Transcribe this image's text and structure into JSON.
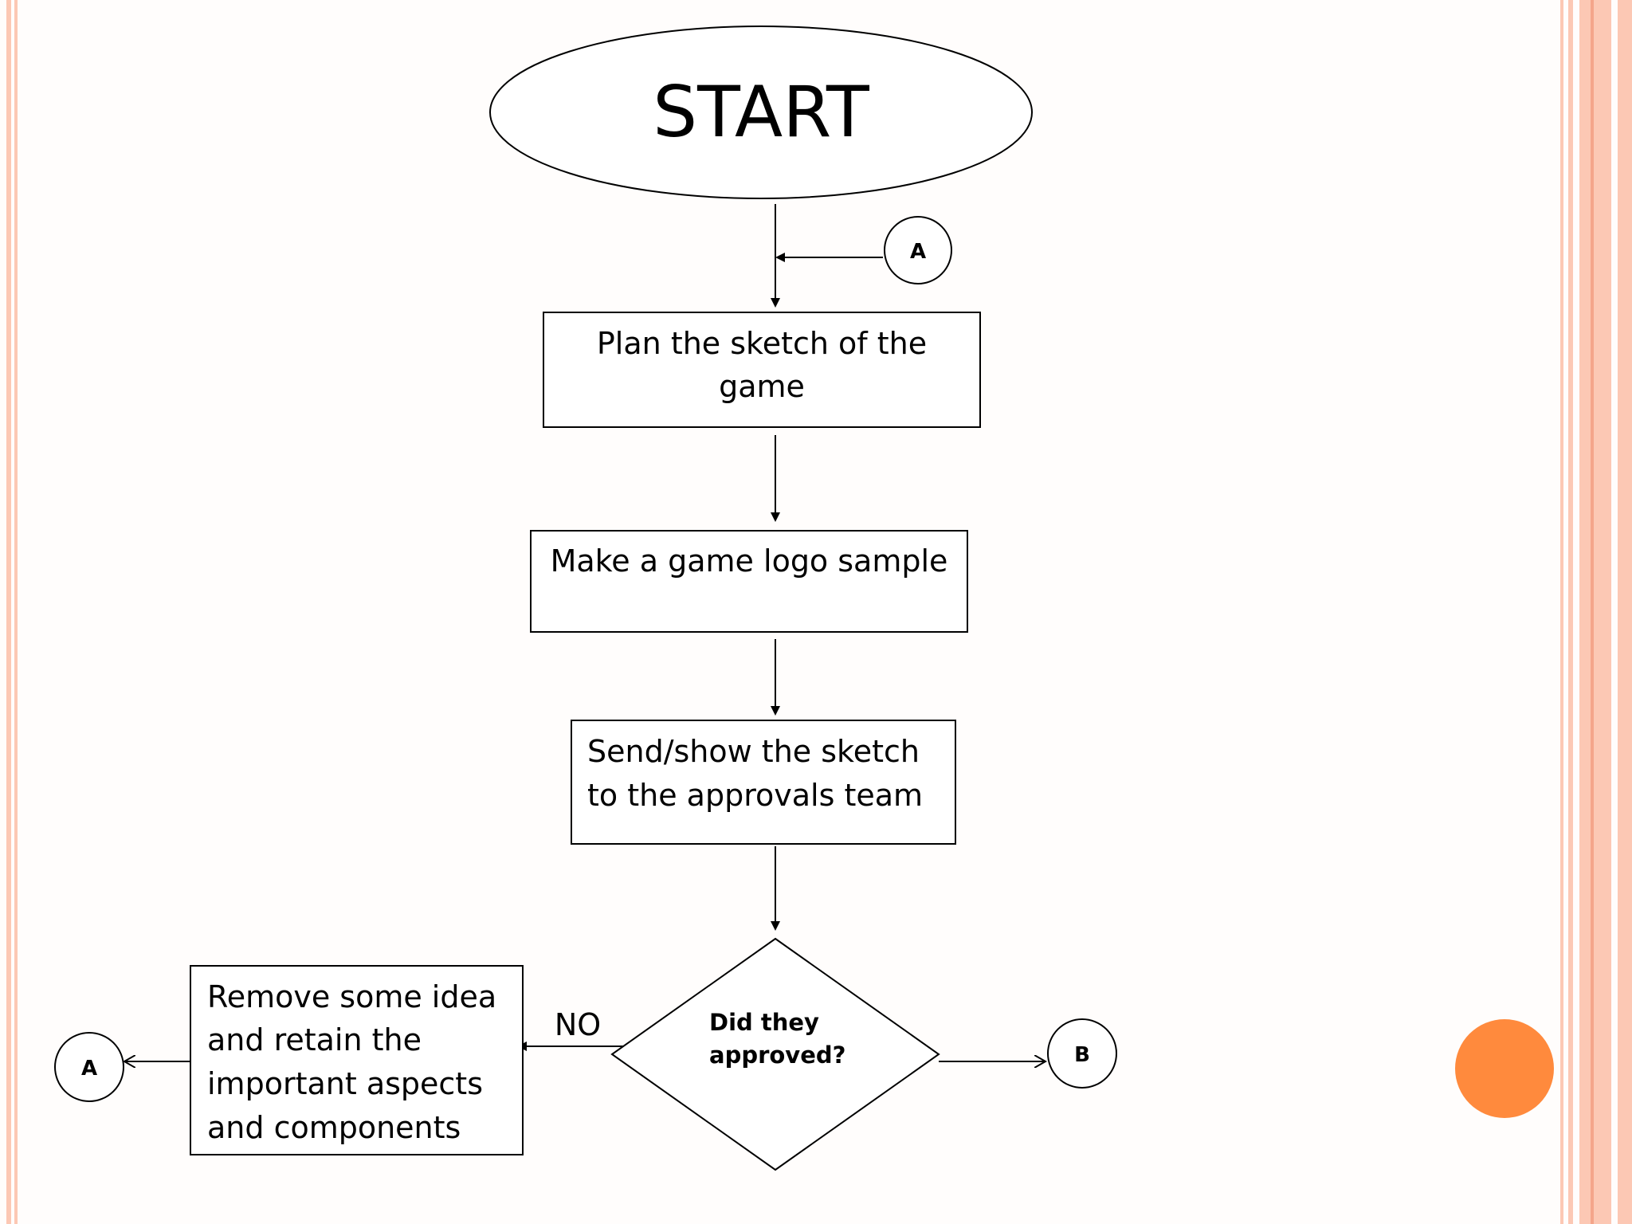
{
  "colors": {
    "accent_orange": "#ff8a3d",
    "stripe_light": "#fcc8b4",
    "stripe_dark": "#f4a58a",
    "line": "#000000"
  },
  "flowchart": {
    "start_label": "START",
    "connector_top": "A",
    "step1": [
      "Plan the sketch of the",
      "game"
    ],
    "step2": [
      "Make a game logo sample"
    ],
    "step3": [
      "Send/show the sketch",
      "to the approvals team"
    ],
    "decision": [
      "Did they",
      "approved?"
    ],
    "no_label": "NO",
    "no_branch": [
      "Remove some idea",
      "and retain the",
      "important aspects",
      "and components"
    ],
    "connector_left": "A",
    "connector_right": "B"
  }
}
